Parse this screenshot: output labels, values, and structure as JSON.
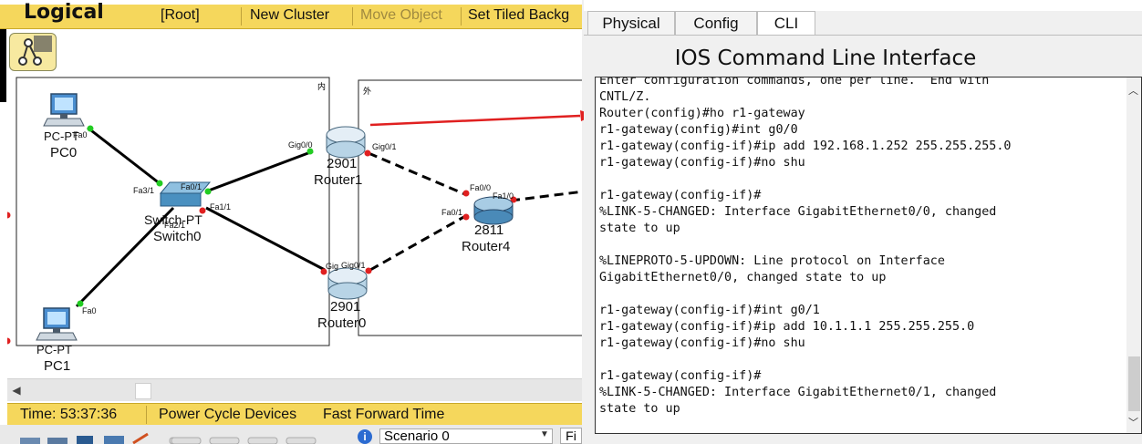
{
  "toolbar": {
    "title": "Logical",
    "root": "[Root]",
    "new_cluster": "New Cluster",
    "move_object": "Move Object",
    "set_tiled": "Set Tiled Backg"
  },
  "zones": {
    "inner": "内",
    "outer": "外"
  },
  "devices": {
    "pc0": {
      "type": "PC-PT",
      "name": "PC0"
    },
    "pc1": {
      "type": "PC-PT",
      "name": "PC1"
    },
    "switch0": {
      "type": "Switch-PT",
      "name": "Switch0"
    },
    "router1": {
      "model": "2901",
      "name": "Router1"
    },
    "router0": {
      "model": "2901",
      "name": "Router0"
    },
    "router4": {
      "model": "2811",
      "name": "Router4"
    }
  },
  "ports": {
    "pc0_fa0": "Fa0",
    "pc1_fa0": "Fa0",
    "sw_fa3_1": "Fa3/1",
    "sw_fa0_1": "Fa0/1",
    "sw_fa1_1": "Fa1/1",
    "sw_fa2_1": "Fa2/1",
    "r1_gig0_0": "Gig0/0",
    "r1_gig0_1": "Gig0/1",
    "r0_gig0_0": "Gig",
    "r0_gig0_1": "Gig0/1",
    "r4_fa0_0": "Fa0/0",
    "r4_fa0_1": "Fa0/1",
    "r4_fa1_0": "Fa1/0"
  },
  "statusbar": {
    "time": "Time: 53:37:36",
    "power_cycle": "Power Cycle Devices",
    "fast_forward": "Fast Forward Time"
  },
  "bottom": {
    "scenario": "Scenario 0",
    "fi": "Fi"
  },
  "tabs": [
    {
      "label": "Physical",
      "active": false
    },
    {
      "label": "Config",
      "active": false
    },
    {
      "label": "CLI",
      "active": true
    }
  ],
  "cli": {
    "title": "IOS Command Line Interface",
    "output": "Enter configuration commands, one per line.  End with\nCNTL/Z.\nRouter(config)#ho r1-gateway\nr1-gateway(config)#int g0/0\nr1-gateway(config-if)#ip add 192.168.1.252 255.255.255.0\nr1-gateway(config-if)#no shu\n\nr1-gateway(config-if)#\n%LINK-5-CHANGED: Interface GigabitEthernet0/0, changed\nstate to up\n\n%LINEPROTO-5-UPDOWN: Line protocol on Interface\nGigabitEthernet0/0, changed state to up\n\nr1-gateway(config-if)#int g0/1\nr1-gateway(config-if)#ip add 10.1.1.1 255.255.255.0\nr1-gateway(config-if)#no shu\n\nr1-gateway(config-if)#\n%LINK-5-CHANGED: Interface GigabitEthernet0/1, changed\nstate to up"
  },
  "colors": {
    "toolbar_bg": "#f5d75c",
    "link_up": "#22cc22",
    "link_down": "#e02020",
    "annotation_arrow": "#e02020"
  }
}
